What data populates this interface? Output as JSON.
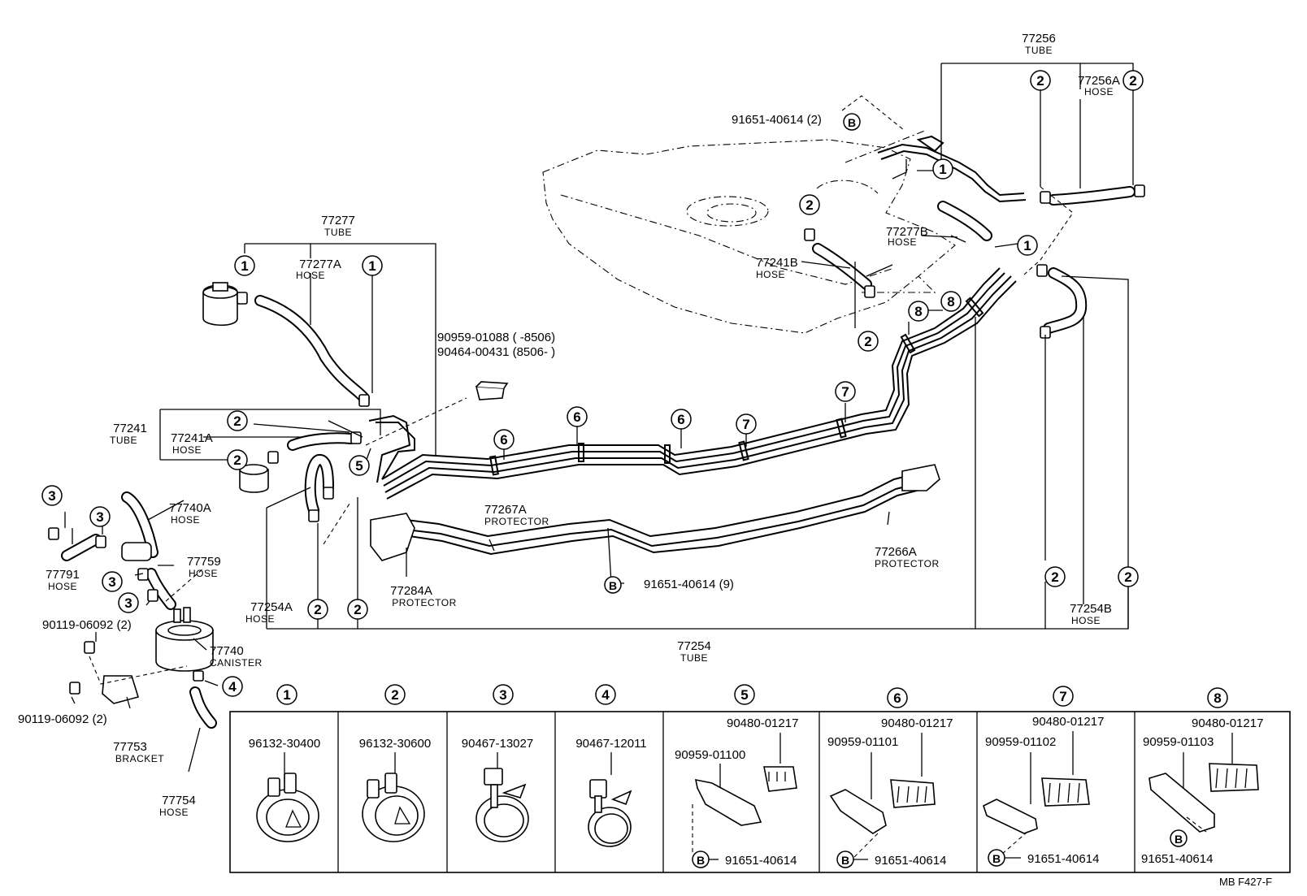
{
  "page_code": "MB  F427-F",
  "labels": {
    "p77256": {
      "num": "77256",
      "sub": "TUBE"
    },
    "p77256a": {
      "num": "77256A",
      "sub": "HOSE"
    },
    "p91651_top": {
      "num": "91651-40614 (2)"
    },
    "p77277": {
      "num": "77277",
      "sub": "TUBE"
    },
    "p77277a": {
      "num": "77277A",
      "sub": "HOSE"
    },
    "p77277b": {
      "num": "77277B",
      "sub": "HOSE"
    },
    "p77241b": {
      "num": "77241B",
      "sub": "HOSE"
    },
    "p90959": {
      "num": "90959-01088 (        -8506)"
    },
    "p90464": {
      "num": "90464-00431 (8506-         )"
    },
    "p77241": {
      "num": "77241",
      "sub": "TUBE"
    },
    "p77241a": {
      "num": "77241A",
      "sub": "HOSE"
    },
    "p77740a": {
      "num": "77740A",
      "sub": "HOSE"
    },
    "p77791": {
      "num": "77791",
      "sub": "HOSE"
    },
    "p77759": {
      "num": "77759",
      "sub": "HOSE"
    },
    "p77267a": {
      "num": "77267A",
      "sub": "PROTECTOR"
    },
    "p77266a": {
      "num": "77266A",
      "sub": "PROTECTOR"
    },
    "p77284a": {
      "num": "77284A",
      "sub": "PROTECTOR"
    },
    "p91651_mid": {
      "num": "91651-40614 (9)"
    },
    "p77254a": {
      "num": "77254A",
      "sub": "HOSE"
    },
    "p77254b": {
      "num": "77254B",
      "sub": "HOSE"
    },
    "p77254": {
      "num": "77254",
      "sub": "TUBE"
    },
    "p90119_a": {
      "num": "90119-06092 (2)"
    },
    "p90119_b": {
      "num": "90119-06092 (2)"
    },
    "p77740": {
      "num": "77740",
      "sub": "CANISTER"
    },
    "p77753": {
      "num": "77753",
      "sub": "BRACKET"
    },
    "p77754": {
      "num": "77754",
      "sub": "HOSE"
    }
  },
  "callouts": {
    "one": "1",
    "two": "2",
    "three": "3",
    "four": "4",
    "five": "5",
    "six": "6",
    "seven": "7",
    "eight": "8",
    "b": "B"
  },
  "table": [
    {
      "key": "1",
      "parts": [
        "96132-30400"
      ]
    },
    {
      "key": "2",
      "parts": [
        "96132-30600"
      ]
    },
    {
      "key": "3",
      "parts": [
        "90467-13027"
      ]
    },
    {
      "key": "4",
      "parts": [
        "90467-12011"
      ]
    },
    {
      "key": "5",
      "parts": [
        "90480-01217",
        "90959-01100",
        "91651-40614"
      ]
    },
    {
      "key": "6",
      "parts": [
        "90480-01217",
        "90959-01101",
        "91651-40614"
      ]
    },
    {
      "key": "7",
      "parts": [
        "90480-01217",
        "90959-01102",
        "91651-40614"
      ]
    },
    {
      "key": "8",
      "parts": [
        "90480-01217",
        "90959-01103",
        "91651-40614"
      ]
    }
  ]
}
